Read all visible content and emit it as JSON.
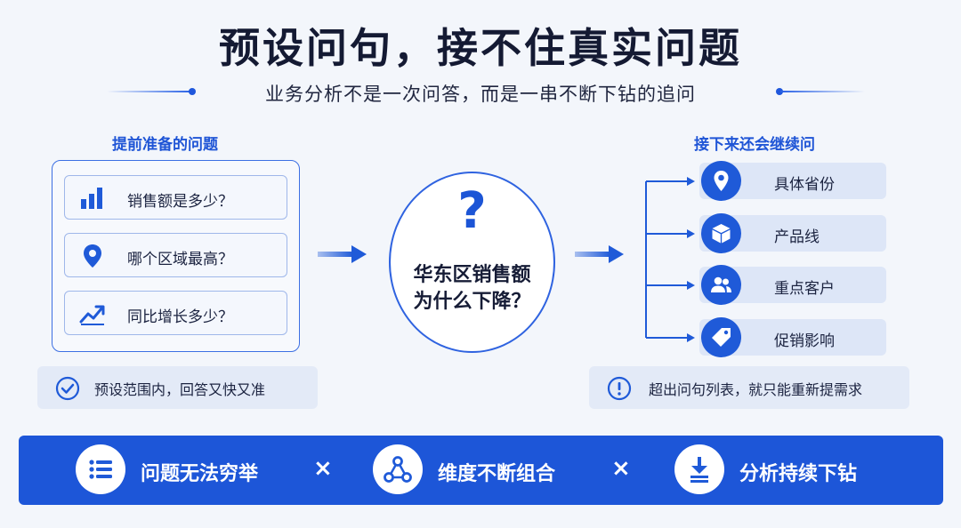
{
  "title": "预设问句，接不住真实问题",
  "subtitle": "业务分析不是一次问答，而是一串不断下钻的追问",
  "left": {
    "title": "提前准备的问题",
    "items": [
      {
        "icon": "bar-chart-icon",
        "label": "销售额是多少？"
      },
      {
        "icon": "location-pin-icon",
        "label": "哪个区域最高？"
      },
      {
        "icon": "trend-line-icon",
        "label": "同比增长多少？"
      }
    ],
    "note": "预设范围内，回答又快又准"
  },
  "center": {
    "symbol": "?",
    "line1": "华东区销售额",
    "line2": "为什么下降？"
  },
  "right": {
    "title": "接下来还会继续问",
    "items": [
      {
        "icon": "location-pin-icon",
        "label": "具体省份"
      },
      {
        "icon": "box-icon",
        "label": "产品线"
      },
      {
        "icon": "users-icon",
        "label": "重点客户"
      },
      {
        "icon": "tag-icon",
        "label": "促销影响"
      }
    ],
    "note": "超出问句列表，就只能重新提需求"
  },
  "bottom": {
    "items": [
      {
        "icon": "list-icon",
        "label": "问题无法穷举"
      },
      {
        "icon": "network-icon",
        "label": "维度不断组合"
      },
      {
        "icon": "download-icon",
        "label": "分析持续下钻"
      }
    ],
    "separator": "×"
  },
  "colors": {
    "accent": "#1d56d8",
    "background": "#f3f6fb",
    "text": "#1b2340"
  }
}
